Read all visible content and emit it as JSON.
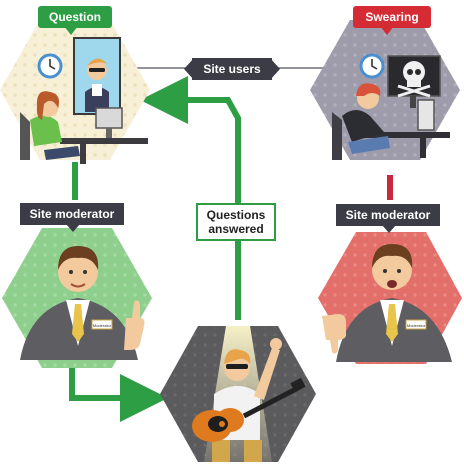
{
  "labels": {
    "question": "Question",
    "swearing": "Swearing",
    "site_users": "Site users",
    "site_moderator_left": "Site moderator",
    "site_moderator_right": "Site moderator",
    "questions_answered": "Questions answered",
    "badge_text": "Moderator"
  },
  "icons": {
    "left_screen": "person-with-sunglasses-icon",
    "right_screen": "skull-icon",
    "clock": "clock-icon",
    "thumbs_up": "thumbs-up-icon",
    "thumbs_down": "thumbs-down-icon",
    "guitar": "guitar-icon"
  },
  "colors": {
    "flow_green": "#2e9e45",
    "flow_red": "#d52b35",
    "label_dark": "#3c3c46",
    "hex_cream": "#f7efd6",
    "hex_lavender": "#9e9cab",
    "hex_green": "#8fcf8e",
    "hex_red": "#e36f6b",
    "hex_dark": "#5b5b5e"
  }
}
